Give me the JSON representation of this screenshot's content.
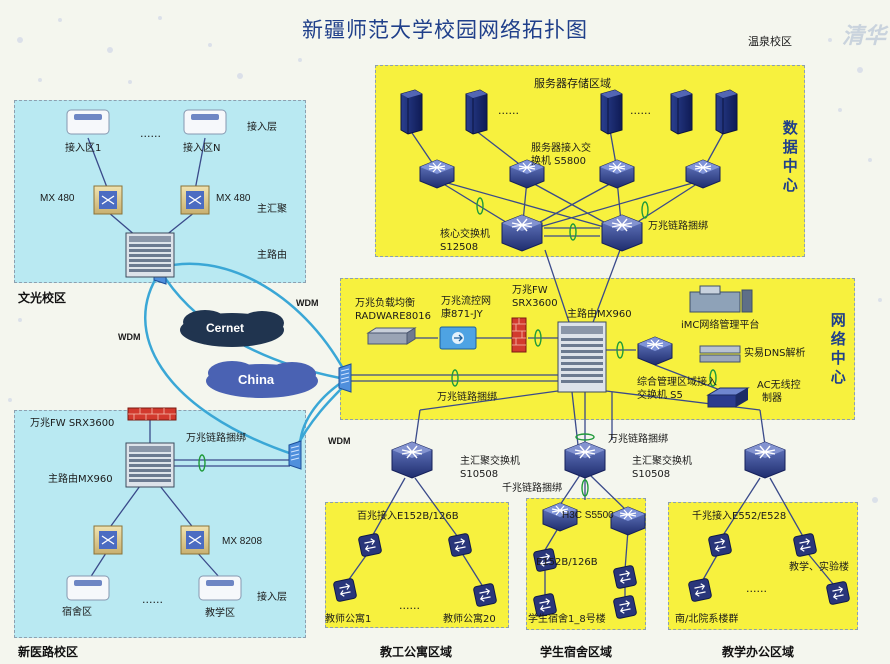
{
  "title": "新疆师范大学校园网络拓扑图",
  "logo_text": "清华",
  "campus_wenquan": "温泉校区",
  "campus_wenguang": "文光校区",
  "campus_xinyilu": "新医路校区",
  "data_center": {
    "vertical_label": "数据中心",
    "server_storage": "服务器存储区域",
    "dots": "......",
    "server_access_line1": "服务器接入交",
    "server_access_line2": "换机    S5800",
    "core_line1": "核心交换机",
    "core_line2": "S12508",
    "link_bundle": "万兆链路捆绑"
  },
  "network_center": {
    "vertical_label": "网络中心",
    "lb_line1": "万兆负载均衡",
    "lb_line2": "RADWARE8016",
    "flow_line1": "万兆流控网",
    "flow_line2": "康871-JY",
    "fw_line1": "万兆FW",
    "fw_line2": "SRX3600",
    "main_router": "主路由MX960",
    "imc": "iMC网络管理平台",
    "dns": "实易DNS解析",
    "mgmt_line1": "综合管理区域接入",
    "mgmt_line2": "交换机    S5",
    "ac_line1": "AC无线控",
    "ac_line2": "制器",
    "bundle_left": "万兆链路捆绑",
    "bundle_bottom": "万兆链路捆绑"
  },
  "clouds": {
    "cernet": "Cernet",
    "china": "China"
  },
  "wdm": {
    "top": "WDM",
    "left": "WDM",
    "bottom": "WDM"
  },
  "wenguang": {
    "access_layer": "接入层",
    "access_1": "接入区1",
    "access_n": "接入区N",
    "dots": "......",
    "mx480_left": "MX 480",
    "mx480_right": "MX 480",
    "main_agg": "主汇聚",
    "main_router": "主路由"
  },
  "xinyilu": {
    "fw": "万兆FW SRX3600",
    "bundle": "万兆链路捆绑",
    "router": "主路由MX960",
    "mx8208": "MX 8208",
    "dorm": "宿舍区",
    "teaching": "教学区",
    "dots": "......",
    "access_layer": "接入层"
  },
  "aggregation": {
    "left_line1": "主汇聚交换机",
    "left_line2": "S10508",
    "right_line1": "主汇聚交换机",
    "right_line2": "S10508",
    "gig_bundle": "千兆链路捆绑",
    "h3c": "H3C S5500"
  },
  "access_areas": {
    "faculty_access": "百兆接入E152B/126B",
    "dorm_switch": "E152B/126B",
    "teaching_access": "千兆接入E552/E528",
    "faculty_apt1": "教师公寓1",
    "faculty_apt20": "教师公寓20",
    "student_dorm": "学生宿舍1_8号楼",
    "north_south": "南/北院系楼群",
    "teaching_lab": "教学、实验楼",
    "dots": "......",
    "zone_faculty": "教工公寓区域",
    "zone_dorm": "学生宿舍区域",
    "zone_teaching": "教学办公区域"
  }
}
